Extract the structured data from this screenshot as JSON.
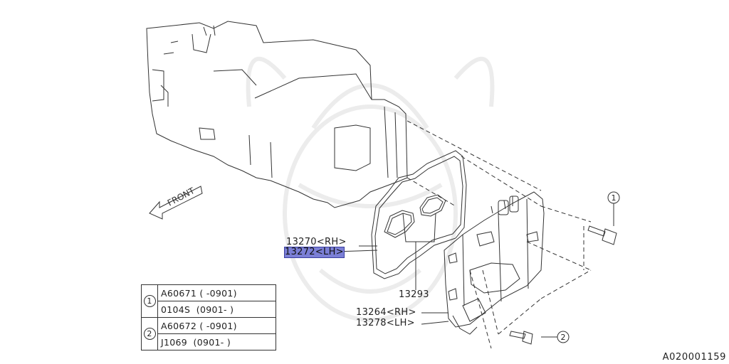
{
  "diagram": {
    "front_label": "FRONT",
    "parts": {
      "p13270": "13270<RH>",
      "p13272": "13272<LH>",
      "p13293": "13293",
      "p13264": "13264<RH>",
      "p13278": "13278<LH>"
    },
    "callouts": {
      "c1": "1",
      "c2": "2"
    },
    "highlight_color": "#7b7fd6"
  },
  "table": {
    "rows": [
      {
        "ref": "1",
        "part": "A60671",
        "range": "( -0901)"
      },
      {
        "ref": "",
        "part": "0104S",
        "range": "(0901- )"
      },
      {
        "ref": "2",
        "part": "A60672",
        "range": "( -0901)"
      },
      {
        "ref": "",
        "part": "J1069",
        "range": "(0901- )"
      }
    ]
  },
  "footer": {
    "doc_id": "A020001159"
  }
}
